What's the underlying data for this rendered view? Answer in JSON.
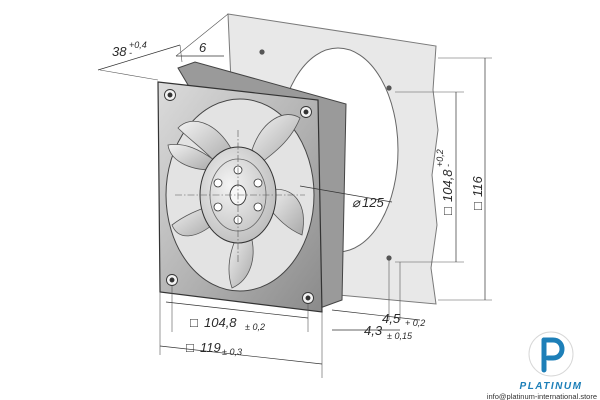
{
  "drawing": {
    "top_depth": {
      "value": "38",
      "tol_upper": "+0,4",
      "tol_lower": "-"
    },
    "top_offset": {
      "value": "6"
    },
    "diameter": {
      "value": "125",
      "symbol": "⌀"
    },
    "right_inner": {
      "symbol": "□",
      "value": "104,8",
      "tol_upper": "+0,2",
      "tol_lower": "-"
    },
    "right_outer": {
      "symbol": "□",
      "value": "116"
    },
    "bottom_inner": {
      "symbol": "□",
      "value": "104,8",
      "tol": "± 0,2"
    },
    "bottom_outer": {
      "symbol": "□",
      "value": "119",
      "tol": "± 0,3"
    },
    "hole_a": {
      "value": "4,5",
      "tol": "+ 0,2"
    },
    "hole_b": {
      "value": "4,3",
      "tol": "± 0,15"
    }
  },
  "logo": {
    "brand": "PLATINUM",
    "url": "info@platinum-international.store"
  },
  "colors": {
    "brand_blue": "#1d7fb8",
    "panel_gray": "#e8e8e8",
    "frame_gray": "#c4c4c4",
    "blade_gray": "#cfcfcf"
  }
}
